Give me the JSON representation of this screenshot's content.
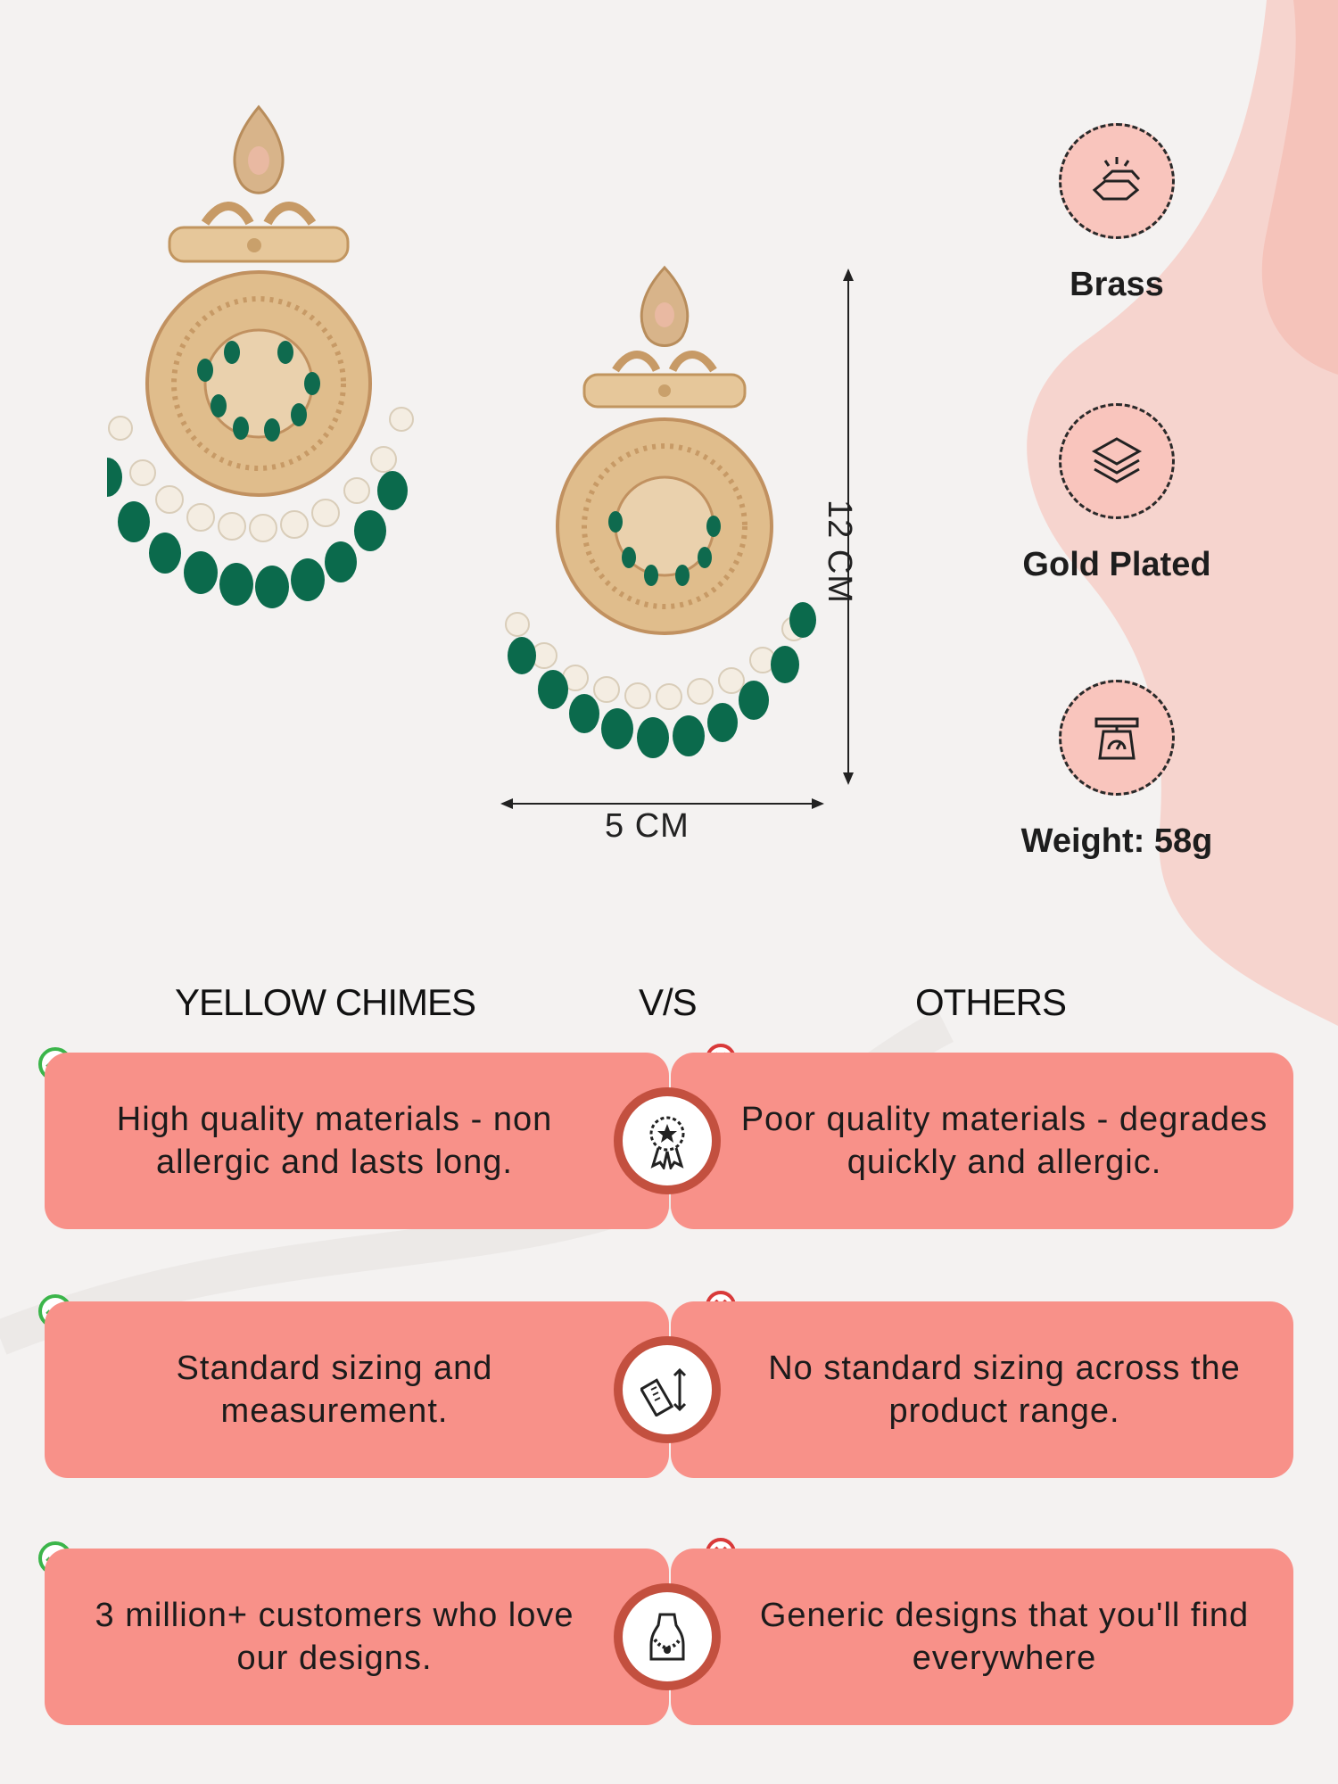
{
  "dimensions": {
    "width_label": "5 CM",
    "height_label": "12 CM"
  },
  "specs": [
    {
      "icon": "gold-bars-icon",
      "label": "Brass"
    },
    {
      "icon": "layers-icon",
      "label": "Gold Plated"
    },
    {
      "icon": "weighing-scale-icon",
      "label": "Weight: 58g"
    }
  ],
  "comparison": {
    "left_header": "YELLOW CHIMES",
    "vs_label": "V/S",
    "right_header": "OTHERS",
    "rows": [
      {
        "ours": "High quality materials - non allergic and lasts long.",
        "icon": "quality-badge-icon",
        "others": "Poor quality materials - degrades quickly and allergic."
      },
      {
        "ours": "Standard sizing and measurement.",
        "icon": "ruler-icon",
        "others": "No standard sizing across the product range."
      },
      {
        "ours": "3 million+ customers who love our designs.",
        "icon": "jewelry-bust-icon",
        "others": "Generic designs that you'll find everywhere"
      }
    ]
  },
  "colors": {
    "card": "#f89189",
    "badge_ring": "#c3503f",
    "spec_circle": "#f9c5bd",
    "check": "#3bb54a",
    "cross": "#d93a3a"
  }
}
